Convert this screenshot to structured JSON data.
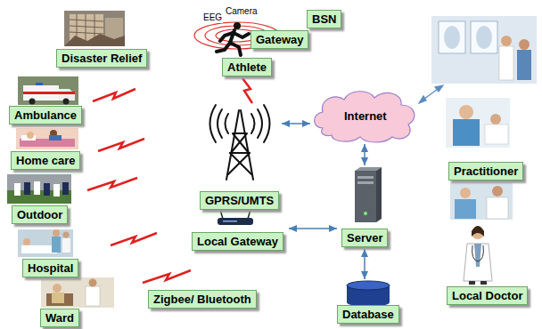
{
  "diagram": {
    "nodes": [
      {
        "text": [
          "Disaster Relief"
        ]
      },
      {
        "text": [
          "BSN"
        ]
      },
      {
        "text": [
          "Gateway"
        ]
      },
      {
        "text": [
          "Athlete"
        ]
      },
      {
        "text": [
          "Ambulance"
        ]
      },
      {
        "text": [
          "Home care"
        ]
      },
      {
        "text": [
          "Outdoor"
        ]
      },
      {
        "text": [
          "Hospital"
        ]
      },
      {
        "text": [
          "Ward"
        ]
      },
      {
        "text": [
          "GPRS/UMTS"
        ]
      },
      {
        "text": [
          "Internet"
        ]
      },
      {
        "text": [
          "Local Gateway"
        ]
      },
      {
        "text": [
          "Zigbee/ Bluetooth"
        ]
      },
      {
        "text": [
          "Server"
        ]
      },
      {
        "text": [
          "Database"
        ]
      },
      {
        "text": [
          "Practitioner"
        ]
      },
      {
        "text": [
          "Local Doctor"
        ]
      }
    ],
    "edges": [
      {
        "from": 9,
        "to": 10,
        "arrow": "both"
      },
      {
        "from": 10,
        "to": 13,
        "arrow": "both"
      },
      {
        "from": 13,
        "to": 11,
        "arrow": "both"
      },
      {
        "from": 13,
        "to": 14,
        "arrow": "both"
      }
    ],
    "labels": [
      "EEG",
      "Camera"
    ]
  }
}
